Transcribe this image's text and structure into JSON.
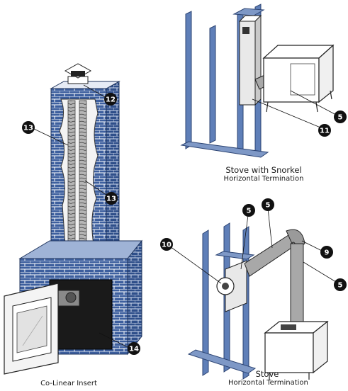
{
  "captions": {
    "snorkel_main": "Stove with Snorkel",
    "snorkel_sub": "Horizontal Termination",
    "stove_main": "Stove",
    "stove_sub": "Horizontal Termination",
    "insert_main": "Co-Linear Insert"
  },
  "callouts": {
    "c12": "12",
    "c13a": "13",
    "c13b": "13",
    "c14": "14",
    "c5a": "5",
    "c11": "11",
    "c5b": "5",
    "c5c": "5",
    "c10": "10",
    "c9": "9",
    "c5d": "5"
  },
  "colors": {
    "brick": "#3d5f9e",
    "brick_dark": "#2d4a80",
    "mortar": "#ffffff",
    "stud": "#5f7fb8",
    "pipe": "#9a9a9a",
    "callout": "#111111"
  }
}
